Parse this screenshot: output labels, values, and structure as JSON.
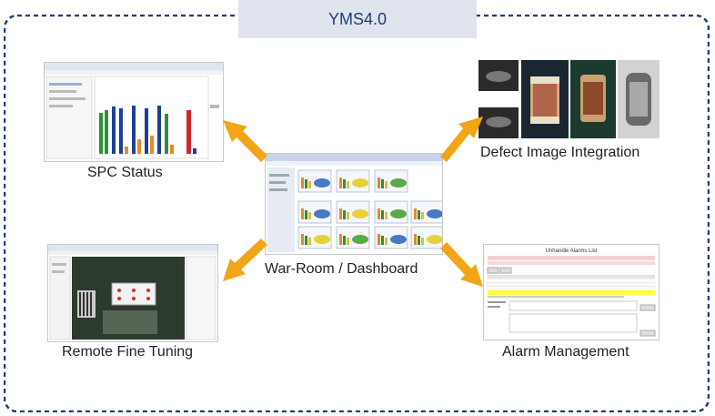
{
  "title": "YMS4.0",
  "colors": {
    "frame": "#1f3f78",
    "title_bg": "#dfe4ee",
    "arrow": "#f2a516",
    "bar_blue": "#1d3f9a",
    "bar_green": "#2f8f3a",
    "bar_orange": "#e38b2a",
    "bar_red": "#d02a2a",
    "alarm_yellow": "#ffff3c",
    "alarm_red": "#e84040"
  },
  "center": {
    "label": "War-Room / Dashboard",
    "icon": "dashboard-screenshot"
  },
  "nodes": {
    "spc": {
      "label": "SPC Status",
      "icon": "spc-chart-screenshot"
    },
    "defect": {
      "label": "Defect Image Integration",
      "icon": "defect-images-screenshot"
    },
    "remote": {
      "label": "Remote Fine Tuning",
      "icon": "remote-tuning-screenshot"
    },
    "alarm": {
      "label": "Alarm Management",
      "icon": "alarm-list-screenshot"
    }
  },
  "alarm_window_title": "Unhandle Alarms List"
}
